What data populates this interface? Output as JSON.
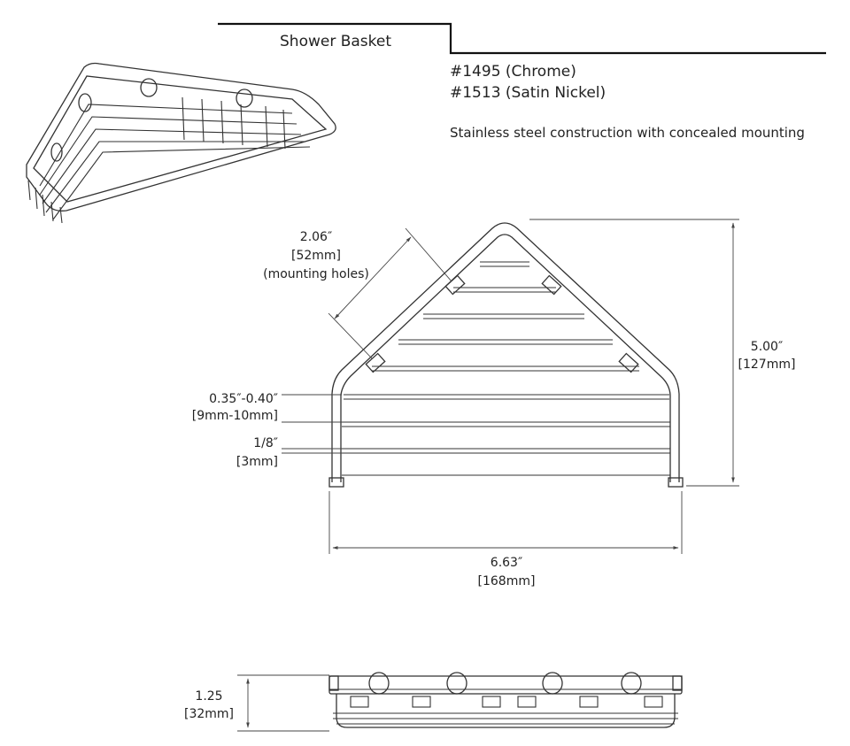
{
  "header": {
    "title": "Shower Basket"
  },
  "models": [
    {
      "label": "#1495 (Chrome)"
    },
    {
      "label": "#1513 (Satin Nickel)"
    }
  ],
  "description": "Stainless steel construction with concealed mounting",
  "dimensions": {
    "mounting_holes": {
      "inch": "2.06″",
      "mm": "[52mm]",
      "note": "(mounting holes)"
    },
    "bar_spacing": {
      "inch": "0.35″-0.40″",
      "mm": "[9mm-10mm]"
    },
    "bar_diameter": {
      "inch": "1/8″",
      "mm": "[3mm]"
    },
    "depth": {
      "inch": "5.00″",
      "mm": "[127mm]"
    },
    "width": {
      "inch": "6.63″",
      "mm": "[168mm]"
    },
    "height": {
      "inch": "1.25",
      "mm": "[32mm]"
    }
  }
}
